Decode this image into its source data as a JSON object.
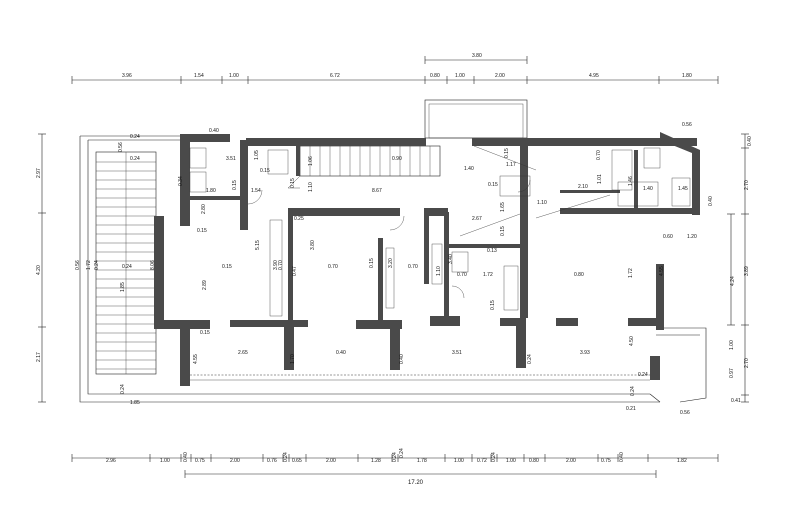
{
  "dimensions": {
    "top_row": [
      "3.96",
      "1.54",
      "1.00",
      "6.72",
      "0.80",
      "1.00",
      "2.00",
      "4.95",
      "1.80"
    ],
    "top_extra": "3.80",
    "bottom_row": [
      "2.96",
      "1.00",
      "0.40",
      "0.75",
      "2.00",
      "0.76",
      "0.24",
      "0.65",
      "2.00",
      "1.28",
      "0.24",
      "1.78",
      "1.00",
      "0.72",
      "0.24",
      "1.00",
      "0.80",
      "2.00",
      "0.75",
      "0.40",
      "1.82"
    ],
    "total_width": "17.20",
    "left_col": [
      "2.97",
      "4.20",
      "2.17"
    ],
    "right_col": [
      "0.40",
      "2.70",
      "3.89",
      "4.24",
      "1.00",
      "2.70",
      "0.97",
      "0.41"
    ],
    "labels_interior": [
      "0.40",
      "0.24",
      "0.56",
      "0.24",
      "3.51",
      "1.05",
      "1.06",
      "0.90",
      "1.40",
      "1.17",
      "0.15",
      "0.70",
      "2.10",
      "1.01",
      "1.46",
      "1.40",
      "1.45",
      "0.40",
      "0.15",
      "1.80",
      "0.15",
      "1.54",
      "0.15",
      "1.10",
      "8.67",
      "1.65",
      "1.10",
      "0.15",
      "2.80",
      "0.15",
      "0.25",
      "2.67",
      "0.60",
      "1.20",
      "1.72",
      "5.15",
      "3.80",
      "0.15",
      "0.70",
      "0.15",
      "3.90",
      "0.70",
      "3.20",
      "0.70",
      "1.10",
      "0.70",
      "0.80",
      "1.72",
      "4.55",
      "2.89",
      "0.47",
      "3.40",
      "0.13",
      "0.15",
      "0.15",
      "0.15",
      "2.65",
      "0.40",
      "3.51",
      "3.93",
      "4.50",
      "4.55",
      "1.70",
      "0.40",
      "0.24",
      "0.24",
      "0.24",
      "0.24",
      "0.21",
      "0.56",
      "0.24",
      "1.85",
      "0.56",
      "0.24",
      "1.85",
      "1.72",
      "0.56",
      "0.24",
      "8.06",
      "0.34",
      "0.56",
      "0.40",
      "0.40"
    ]
  }
}
